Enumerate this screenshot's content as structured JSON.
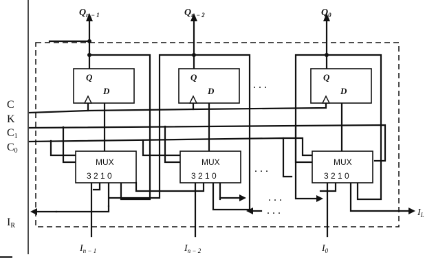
{
  "flipflop": {
    "q_label": "Q",
    "d_label": "D"
  },
  "mux": {
    "title": "MUX",
    "inputs": "3 2 1 0"
  },
  "outputs": [
    {
      "main": "Q",
      "sub": "n − 1"
    },
    {
      "main": "Q",
      "sub": "n − 2"
    },
    {
      "main": "Q",
      "sub": "0"
    }
  ],
  "inputs": [
    {
      "main": "I",
      "sub": "n − 1"
    },
    {
      "main": "I",
      "sub": "n − 2"
    },
    {
      "main": "I",
      "sub": "0"
    }
  ],
  "control_labels": [
    {
      "main": "C",
      "sub": ""
    },
    {
      "main": "K",
      "sub": ""
    },
    {
      "main": "C",
      "sub": "1"
    },
    {
      "main": "C",
      "sub": "0"
    }
  ],
  "serial_in_right": {
    "main": "I",
    "sub": "L"
  },
  "serial_in_left": {
    "main": "I",
    "sub": "R"
  },
  "ellipsis": ". . ."
}
